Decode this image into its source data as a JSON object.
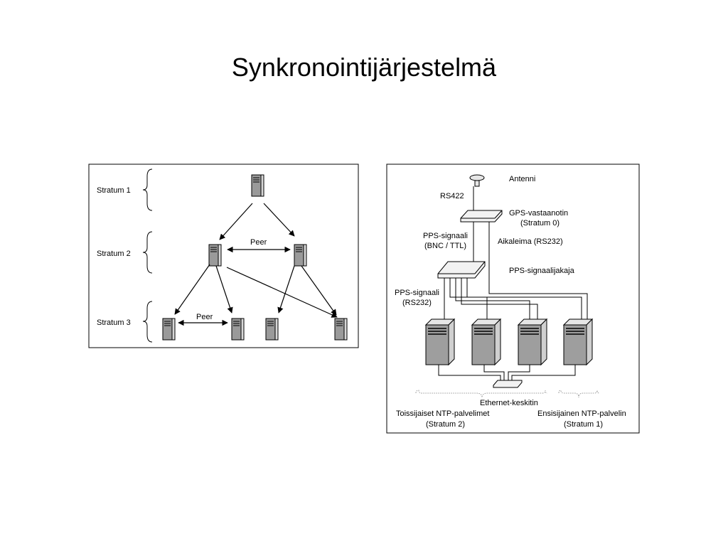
{
  "title": "Synkronointijärjestelmä",
  "left_diagram": {
    "stratum_1": "Stratum 1",
    "stratum_2": "Stratum 2",
    "stratum_3": "Stratum 3",
    "peer_top": "Peer",
    "peer_bottom": "Peer"
  },
  "right_diagram": {
    "antenna": "Antenni",
    "rs422": "RS422",
    "gps_line1": "GPS-vastaanotin",
    "gps_line2": "(Stratum 0)",
    "pps_bnc_line1": "PPS-signaali",
    "pps_bnc_line2": "(BNC / TTL)",
    "timestamp": "Aikaleima (RS232)",
    "pps_splitter": "PPS-signaalijakaja",
    "pps_rs232_line1": "PPS-signaali",
    "pps_rs232_line2": "(RS232)",
    "ethernet_hub": "Ethernet-keskitin",
    "secondary_line1": "Toissijaiset NTP-palvelimet",
    "secondary_line2": "(Stratum 2)",
    "primary_line1": "Ensisijainen NTP-palvelin",
    "primary_line2": "(Stratum 1)"
  }
}
